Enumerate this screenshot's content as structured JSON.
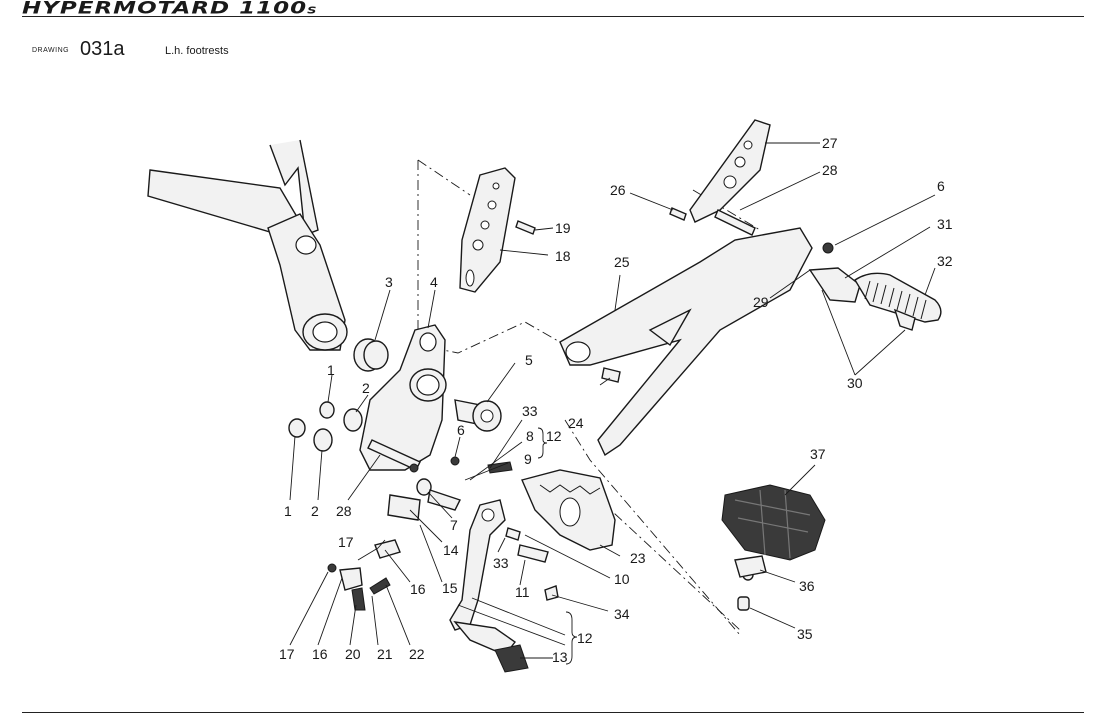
{
  "header": {
    "title_main": "HYPERMOTARD 1100",
    "title_suffix": "S"
  },
  "drawing": {
    "label": "DRAWING",
    "number": "031a",
    "title": "L.h. footrests"
  },
  "callouts": {
    "c1a": "1",
    "c1b": "1",
    "c2a": "2",
    "c2b": "2",
    "c3": "3",
    "c4": "4",
    "c5": "5",
    "c6a": "6",
    "c6b": "6",
    "c7": "7",
    "c8": "8",
    "c9": "9",
    "c10": "10",
    "c11": "11",
    "c12a": "12",
    "c12b": "12",
    "c13": "13",
    "c14": "14",
    "c15": "15",
    "c16a": "16",
    "c16b": "16",
    "c17a": "17",
    "c17b": "17",
    "c18": "18",
    "c19": "19",
    "c20": "20",
    "c21": "21",
    "c22": "22",
    "c23": "23",
    "c24": "24",
    "c25": "25",
    "c26": "26",
    "c27": "27",
    "c28a": "28",
    "c28b": "28",
    "c29": "29",
    "c30": "30",
    "c31": "31",
    "c32": "32",
    "c33a": "33",
    "c33b": "33",
    "c34": "34",
    "c35": "35",
    "c36": "36",
    "c37": "37"
  }
}
